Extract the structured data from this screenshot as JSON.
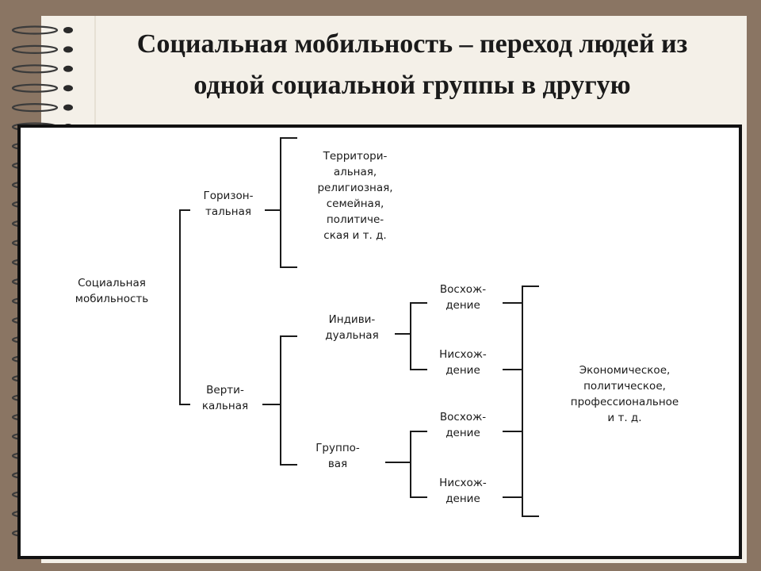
{
  "slide": {
    "title": "Социальная мобильность – переход людей из одной социальной группы в другую",
    "colors": {
      "background": "#8a7563",
      "paper": "#f4f0e8",
      "frame": "#111111",
      "ink": "#1a1a1a"
    },
    "decoration": "spiral-binding-icon"
  },
  "diagram": {
    "root": [
      "Социальная",
      "мобильность"
    ],
    "horizontal": [
      "Горизон-",
      "тальная"
    ],
    "horizontal_types": [
      "Территори-",
      "альная,",
      "религиозная,",
      "семейная,",
      "политиче-",
      "ская и т. д."
    ],
    "vertical": [
      "Верти-",
      "кальная"
    ],
    "individual": [
      "Индиви-",
      "дуальная"
    ],
    "group": [
      "Группо-",
      "вая"
    ],
    "individual_up": [
      "Восхож-",
      "дение"
    ],
    "individual_down": [
      "Нисхож-",
      "дение"
    ],
    "group_up": [
      "Восхож-",
      "дение"
    ],
    "group_down": [
      "Нисхож-",
      "дение"
    ],
    "vertical_types": [
      "Экономическое,",
      "политическое,",
      "профессиональное",
      "и т. д."
    ]
  }
}
